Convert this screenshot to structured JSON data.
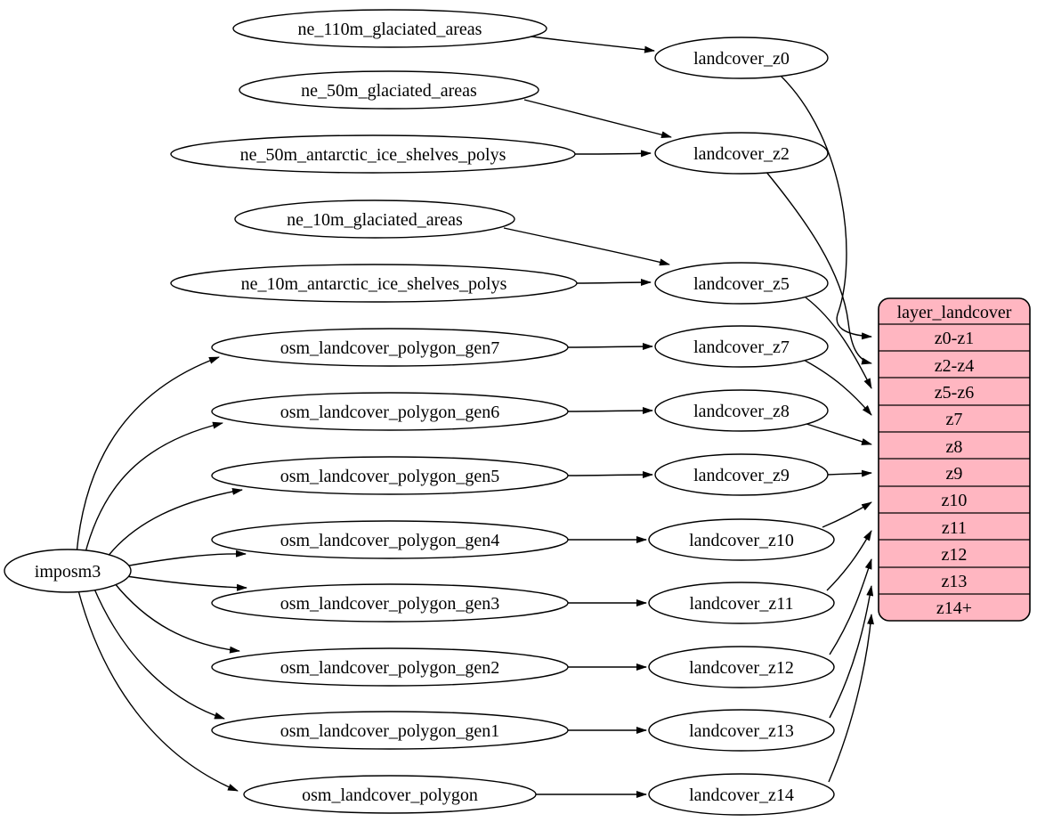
{
  "colors": {
    "table_fill": "#ffb6c1",
    "node_fill": "#ffffff",
    "stroke": "#000000",
    "background": "#ffffff"
  },
  "nodes": {
    "imposm3": "imposm3",
    "ne_110m_glaciated_areas": "ne_110m_glaciated_areas",
    "ne_50m_glaciated_areas": "ne_50m_glaciated_areas",
    "ne_50m_antarctic_ice_shelves_polys": "ne_50m_antarctic_ice_shelves_polys",
    "ne_10m_glaciated_areas": "ne_10m_glaciated_areas",
    "ne_10m_antarctic_ice_shelves_polys": "ne_10m_antarctic_ice_shelves_polys",
    "osm_landcover_polygon_gen7": "osm_landcover_polygon_gen7",
    "osm_landcover_polygon_gen6": "osm_landcover_polygon_gen6",
    "osm_landcover_polygon_gen5": "osm_landcover_polygon_gen5",
    "osm_landcover_polygon_gen4": "osm_landcover_polygon_gen4",
    "osm_landcover_polygon_gen3": "osm_landcover_polygon_gen3",
    "osm_landcover_polygon_gen2": "osm_landcover_polygon_gen2",
    "osm_landcover_polygon_gen1": "osm_landcover_polygon_gen1",
    "osm_landcover_polygon": "osm_landcover_polygon",
    "landcover_z0": "landcover_z0",
    "landcover_z2": "landcover_z2",
    "landcover_z5": "landcover_z5",
    "landcover_z7": "landcover_z7",
    "landcover_z8": "landcover_z8",
    "landcover_z9": "landcover_z9",
    "landcover_z10": "landcover_z10",
    "landcover_z11": "landcover_z11",
    "landcover_z12": "landcover_z12",
    "landcover_z13": "landcover_z13",
    "landcover_z14": "landcover_z14"
  },
  "table": {
    "header": "layer_landcover",
    "rows": [
      "z0-z1",
      "z2-z4",
      "z5-z6",
      "z7",
      "z8",
      "z9",
      "z10",
      "z11",
      "z12",
      "z13",
      "z14+"
    ]
  },
  "edges": [
    {
      "from": "imposm3",
      "to": "osm_landcover_polygon_gen7"
    },
    {
      "from": "imposm3",
      "to": "osm_landcover_polygon_gen6"
    },
    {
      "from": "imposm3",
      "to": "osm_landcover_polygon_gen5"
    },
    {
      "from": "imposm3",
      "to": "osm_landcover_polygon_gen4"
    },
    {
      "from": "imposm3",
      "to": "osm_landcover_polygon_gen3"
    },
    {
      "from": "imposm3",
      "to": "osm_landcover_polygon_gen2"
    },
    {
      "from": "imposm3",
      "to": "osm_landcover_polygon_gen1"
    },
    {
      "from": "imposm3",
      "to": "osm_landcover_polygon"
    },
    {
      "from": "ne_110m_glaciated_areas",
      "to": "landcover_z0"
    },
    {
      "from": "ne_50m_glaciated_areas",
      "to": "landcover_z2"
    },
    {
      "from": "ne_50m_antarctic_ice_shelves_polys",
      "to": "landcover_z2"
    },
    {
      "from": "ne_10m_glaciated_areas",
      "to": "landcover_z5"
    },
    {
      "from": "ne_10m_antarctic_ice_shelves_polys",
      "to": "landcover_z5"
    },
    {
      "from": "osm_landcover_polygon_gen7",
      "to": "landcover_z7"
    },
    {
      "from": "osm_landcover_polygon_gen6",
      "to": "landcover_z8"
    },
    {
      "from": "osm_landcover_polygon_gen5",
      "to": "landcover_z9"
    },
    {
      "from": "osm_landcover_polygon_gen4",
      "to": "landcover_z10"
    },
    {
      "from": "osm_landcover_polygon_gen3",
      "to": "landcover_z11"
    },
    {
      "from": "osm_landcover_polygon_gen2",
      "to": "landcover_z12"
    },
    {
      "from": "osm_landcover_polygon_gen1",
      "to": "landcover_z13"
    },
    {
      "from": "osm_landcover_polygon",
      "to": "landcover_z14"
    },
    {
      "from": "landcover_z0",
      "to": "layer_landcover.z0-z1"
    },
    {
      "from": "landcover_z2",
      "to": "layer_landcover.z2-z4"
    },
    {
      "from": "landcover_z5",
      "to": "layer_landcover.z5-z6"
    },
    {
      "from": "landcover_z7",
      "to": "layer_landcover.z7"
    },
    {
      "from": "landcover_z8",
      "to": "layer_landcover.z8"
    },
    {
      "from": "landcover_z9",
      "to": "layer_landcover.z9"
    },
    {
      "from": "landcover_z10",
      "to": "layer_landcover.z10"
    },
    {
      "from": "landcover_z11",
      "to": "layer_landcover.z11"
    },
    {
      "from": "landcover_z12",
      "to": "layer_landcover.z12"
    },
    {
      "from": "landcover_z13",
      "to": "layer_landcover.z13"
    },
    {
      "from": "landcover_z14",
      "to": "layer_landcover.z14+"
    }
  ]
}
